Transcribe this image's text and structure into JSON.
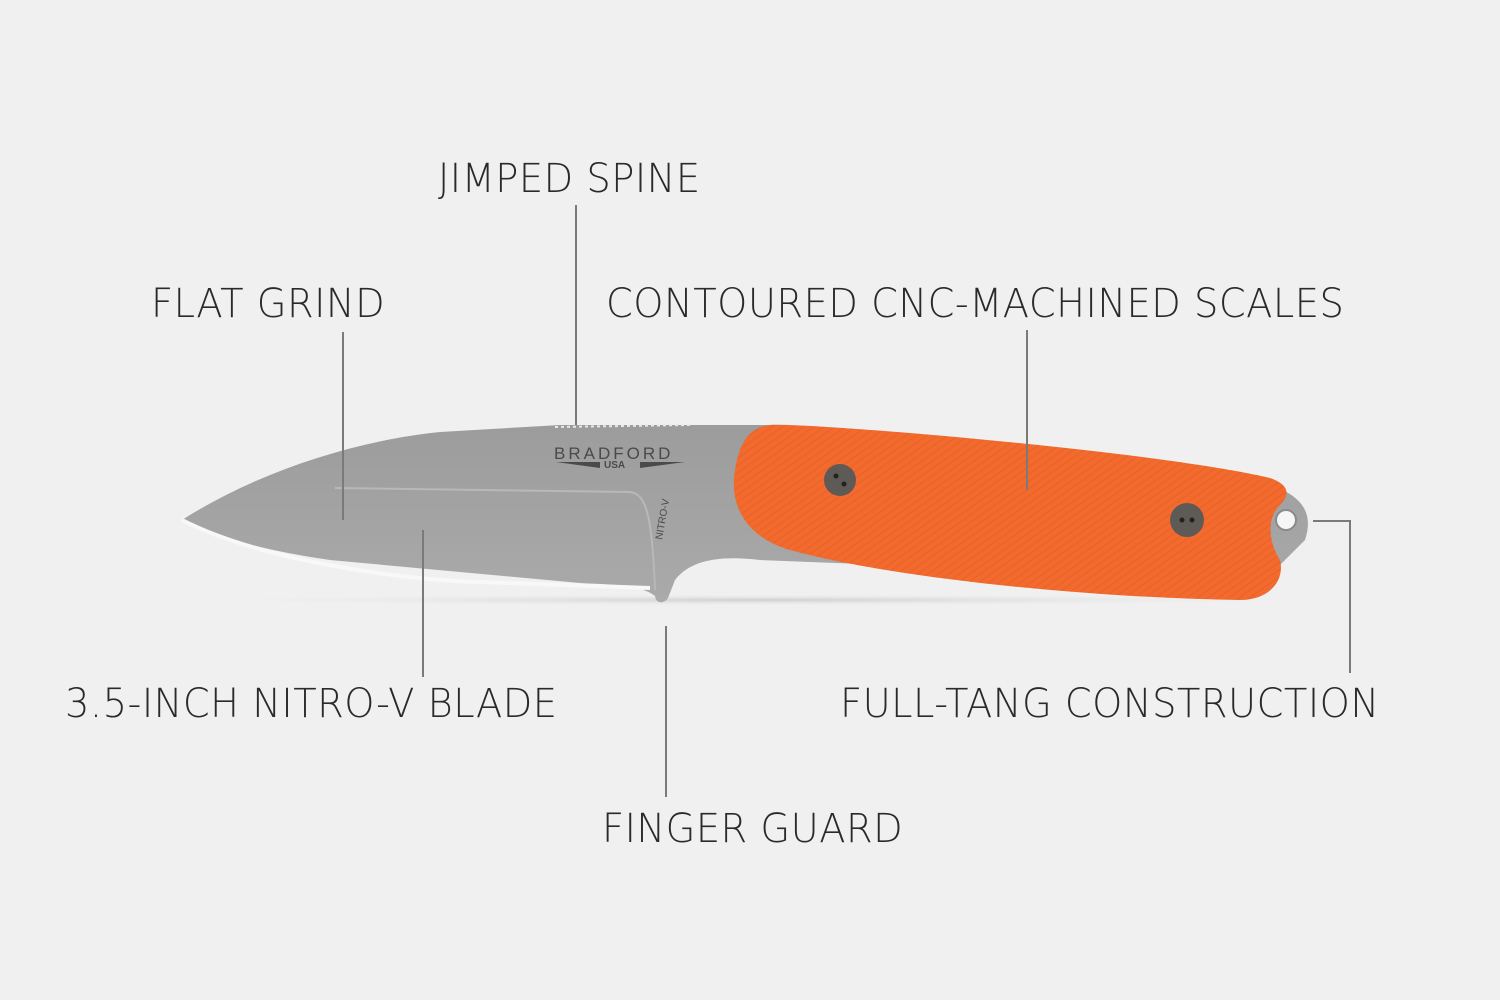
{
  "callouts": {
    "jimped_spine": "JIMPED SPINE",
    "flat_grind": "FLAT GRIND",
    "contoured_scales": "CONTOURED CNC-MACHINED SCALES",
    "blade": "3.5-INCH NITRO-V BLADE",
    "full_tang": "FULL-TANG CONSTRUCTION",
    "finger_guard": "FINGER GUARD"
  },
  "knife": {
    "brand": "BRADFORD",
    "brand_sub": "USA",
    "steel_mark": "NITRO-V",
    "handle_color": "#f26a2e",
    "blade_color": "#a3a3a3"
  },
  "colors": {
    "background": "#f0f0f0",
    "text": "#2a2a2a",
    "leader_line": "#7a7a7a"
  }
}
